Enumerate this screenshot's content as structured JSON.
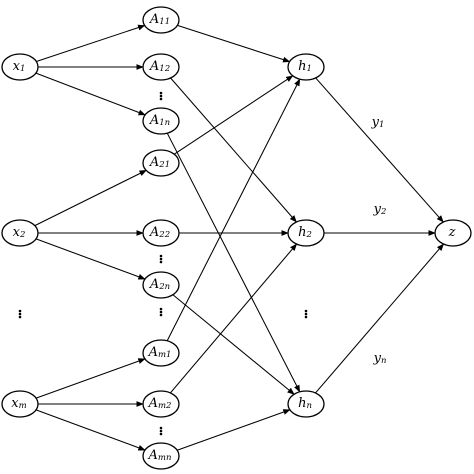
{
  "nodes": [
    {
      "id": "x1",
      "base": "x",
      "sub": "1"
    },
    {
      "id": "x2",
      "base": "x",
      "sub": "2"
    },
    {
      "id": "xm",
      "base": "x",
      "sub": "m"
    },
    {
      "id": "A11",
      "base": "A",
      "sub": "11"
    },
    {
      "id": "A12",
      "base": "A",
      "sub": "12"
    },
    {
      "id": "A1n",
      "base": "A",
      "sub": "1n"
    },
    {
      "id": "A21",
      "base": "A",
      "sub": "21"
    },
    {
      "id": "A22",
      "base": "A",
      "sub": "22"
    },
    {
      "id": "A2n",
      "base": "A",
      "sub": "2n"
    },
    {
      "id": "Am1",
      "base": "A",
      "sub": "m1"
    },
    {
      "id": "Am2",
      "base": "A",
      "sub": "m2"
    },
    {
      "id": "Amn",
      "base": "A",
      "sub": "mn"
    },
    {
      "id": "h1",
      "base": "h",
      "sub": "1"
    },
    {
      "id": "h2",
      "base": "h",
      "sub": "2"
    },
    {
      "id": "hn",
      "base": "h",
      "sub": "n"
    },
    {
      "id": "z",
      "base": "z",
      "sub": ""
    }
  ],
  "edges": [
    [
      "x1",
      "A11"
    ],
    [
      "x1",
      "A12"
    ],
    [
      "x1",
      "A1n"
    ],
    [
      "x2",
      "A21"
    ],
    [
      "x2",
      "A22"
    ],
    [
      "x2",
      "A2n"
    ],
    [
      "xm",
      "Am1"
    ],
    [
      "xm",
      "Am2"
    ],
    [
      "xm",
      "Amn"
    ],
    [
      "A11",
      "h1"
    ],
    [
      "A21",
      "h1"
    ],
    [
      "Am1",
      "h1"
    ],
    [
      "A12",
      "h2"
    ],
    [
      "A22",
      "h2"
    ],
    [
      "Am2",
      "h2"
    ],
    [
      "A1n",
      "hn"
    ],
    [
      "A2n",
      "hn"
    ],
    [
      "Amn",
      "hn"
    ],
    [
      "h1",
      "z"
    ],
    [
      "h2",
      "z"
    ],
    [
      "hn",
      "z"
    ]
  ],
  "edge_labels": [
    {
      "id": "y1",
      "base": "y",
      "sub": "1",
      "edge": [
        "h1",
        "z"
      ]
    },
    {
      "id": "y2",
      "base": "y",
      "sub": "2",
      "edge": [
        "h2",
        "z"
      ]
    },
    {
      "id": "yn",
      "base": "y",
      "sub": "n",
      "edge": [
        "hn",
        "z"
      ]
    }
  ]
}
